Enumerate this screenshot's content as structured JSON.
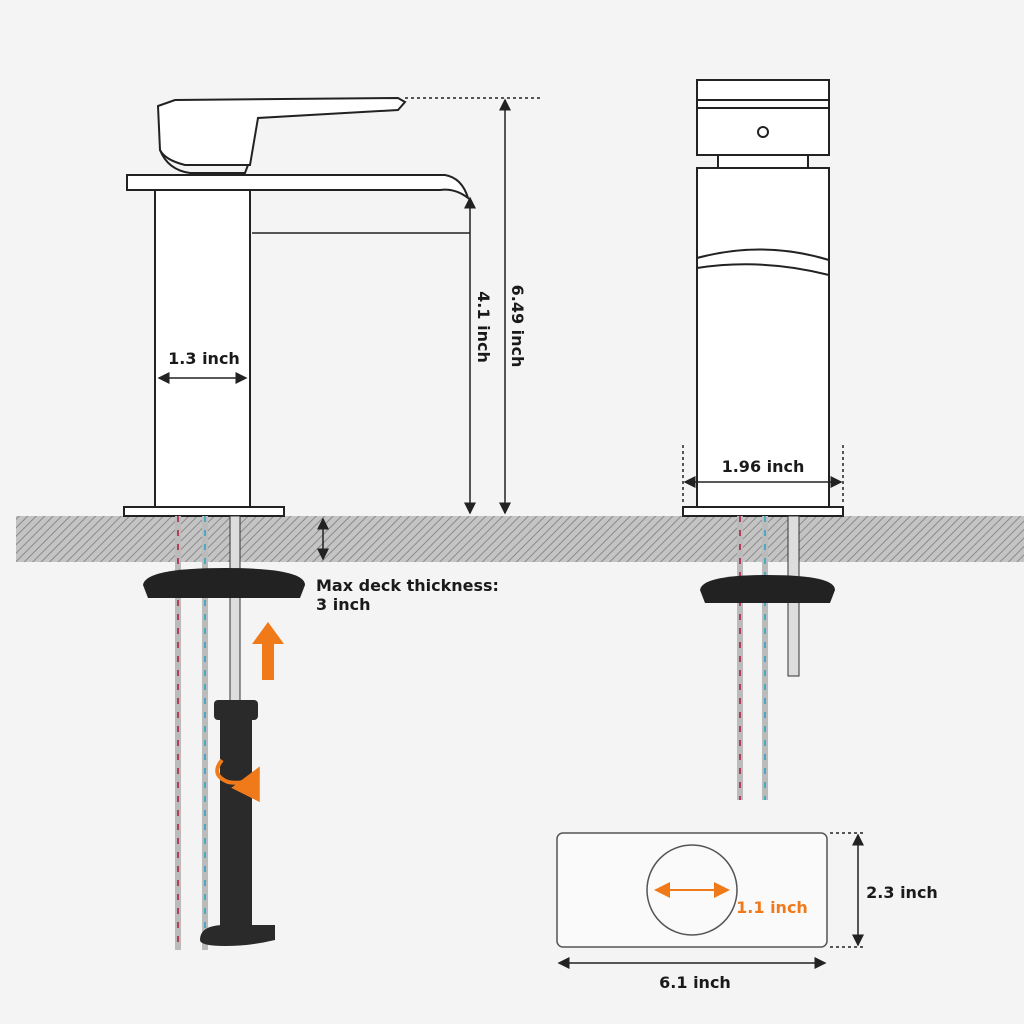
{
  "dimensions": {
    "body_width": "1.3 inch",
    "spout_height": "4.1 inch",
    "total_height": "6.49 inch",
    "base_width": "1.96 inch",
    "deck_label_line1": "Max deck thickness:",
    "deck_label_line2": "3 inch",
    "hole_diameter": "1.1 inch",
    "plate_height": "2.3 inch",
    "plate_width": "6.1 inch"
  },
  "colors": {
    "accent": "#f07a1a",
    "line": "#222222",
    "hot_hose": "#b0405a",
    "cold_hose": "#4aa8c0",
    "deck": "#a8a8a8"
  }
}
